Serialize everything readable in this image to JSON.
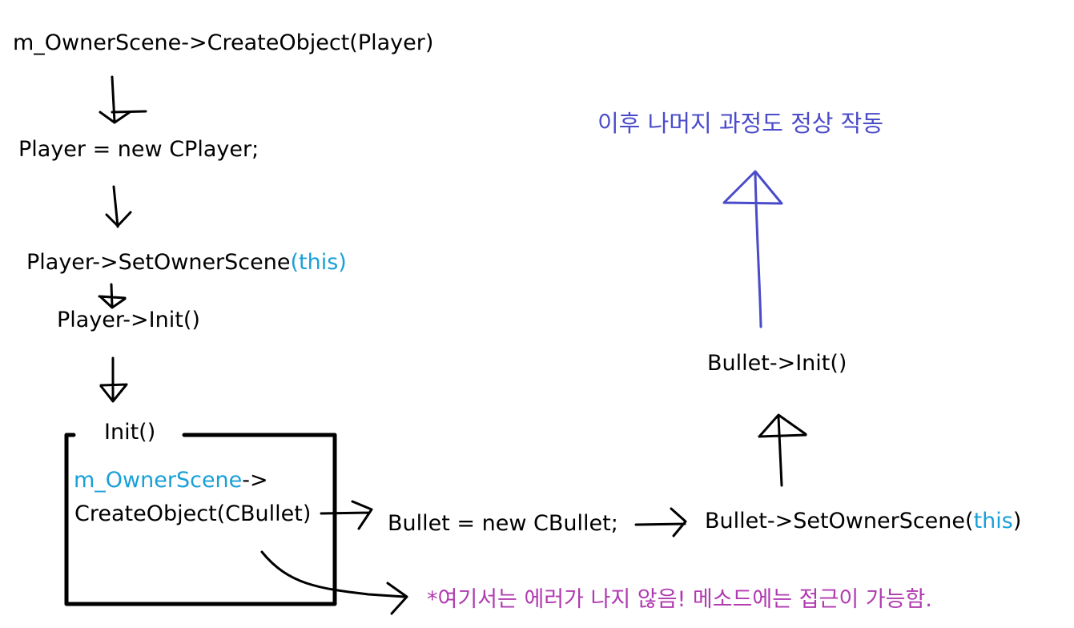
{
  "colors": {
    "text": "#000000",
    "this_highlight": "#1aa0d8",
    "note_top": "#4a4bc9",
    "note_bottom": "#b03ab0"
  },
  "left_flow": {
    "step1": "m_OwnerScene->CreateObject(Player)",
    "step2": "Player = new CPlayer;",
    "step3_prefix": "Player->SetOwnerScene",
    "step3_arg": "(this)",
    "step4": "Player->Init()"
  },
  "init_box": {
    "title": "Init()",
    "line1_obj": "m_OwnerScene",
    "line1_arrow": "->",
    "line2": "CreateObject(CBullet)"
  },
  "bullet_flow": {
    "new_bullet": "Bullet = new CBullet;",
    "set_owner_prefix": "Bullet->SetOwnerScene(",
    "set_owner_arg": "this",
    "set_owner_suffix": ")",
    "init": "Bullet->Init()"
  },
  "notes": {
    "top_right": "이후 나머지 과정도 정상 작동",
    "bottom": "*여기서는 에러가 나지 않음! 메소드에는 접근이 가능함."
  }
}
